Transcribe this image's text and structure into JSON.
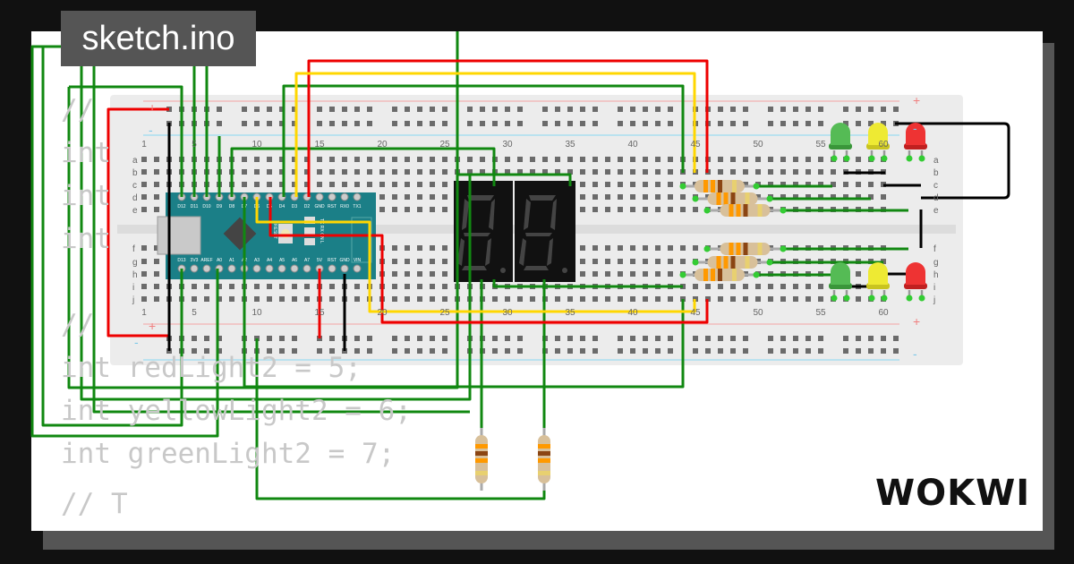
{
  "title": "sketch.ino",
  "logo": "WOKWI",
  "code_lines": [
    "//",
    "int",
    "int",
    "int",
    "//",
    "int redLight2 = 5;",
    "int yellowLight2 = 6;",
    "int greenLight2 = 7;",
    "// T"
  ],
  "breadboard": {
    "column_numbers": [
      "1",
      "5",
      "10",
      "15",
      "20",
      "25",
      "30",
      "35",
      "40",
      "45",
      "50",
      "55",
      "60"
    ],
    "rows_top": [
      "a",
      "b",
      "c",
      "d",
      "e"
    ],
    "rows_bottom": [
      "f",
      "g",
      "h",
      "i",
      "j"
    ],
    "rail_plus": "+",
    "rail_minus": "-"
  },
  "arduino": {
    "top_pins": [
      "D12",
      "D11",
      "D10",
      "D9",
      "D8",
      "D7",
      "D6",
      "D5",
      "D4",
      "D3",
      "D2",
      "GND",
      "RST",
      "RX0",
      "TX1"
    ],
    "bottom_pins": [
      "D13",
      "3V3",
      "AREF",
      "A0",
      "A1",
      "A2",
      "A3",
      "A4",
      "A5",
      "A6",
      "A7",
      "5V",
      "RST",
      "GND",
      "VIN"
    ],
    "reset_label": "RESET",
    "led_labels": "TX RX ON L"
  },
  "colors": {
    "wire_green": "#118811",
    "wire_red": "#ee0000",
    "wire_yellow": "#ffd700",
    "wire_black": "#000000",
    "nano": "#1b7f87"
  }
}
